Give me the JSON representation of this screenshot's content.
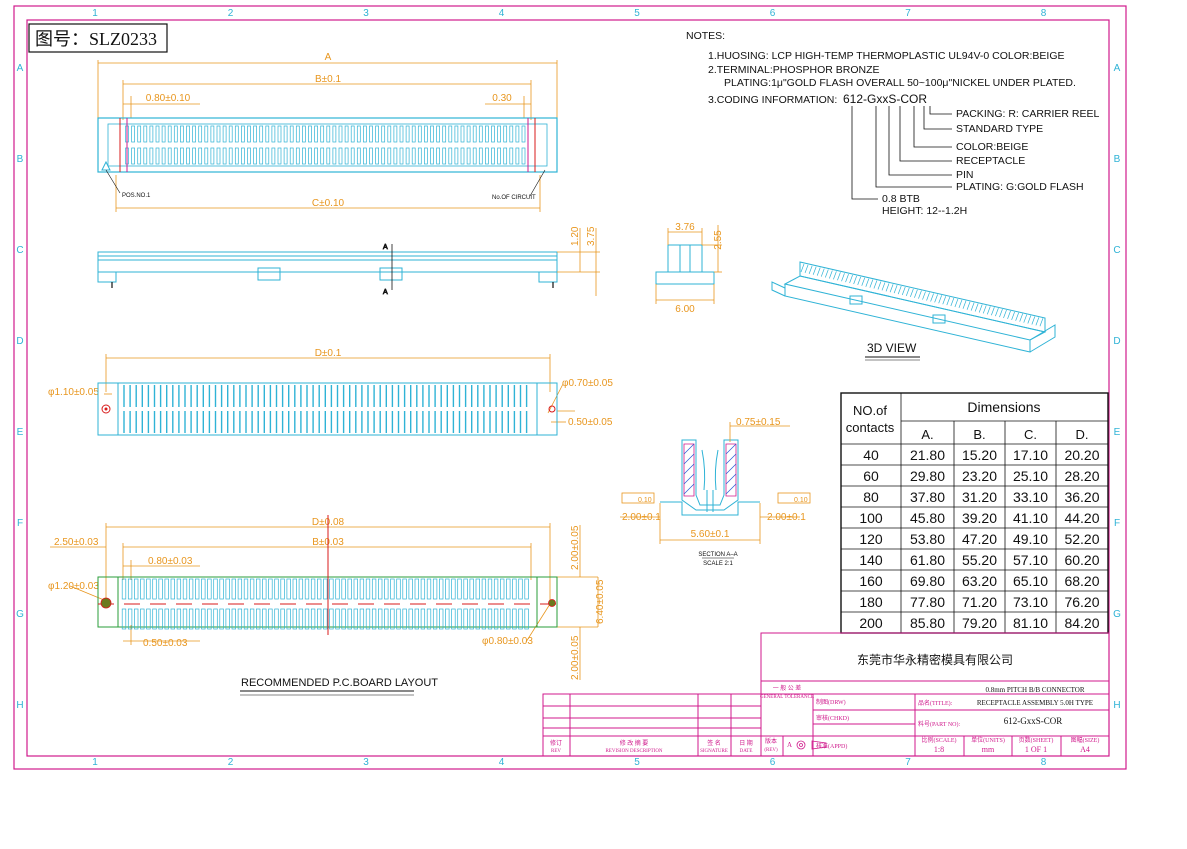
{
  "drawing_id": "图号：SLZ0233",
  "grid": {
    "cols": [
      "1",
      "2",
      "3",
      "4",
      "5",
      "6",
      "7",
      "8"
    ],
    "rows": [
      "A",
      "B",
      "C",
      "D",
      "E",
      "F",
      "G",
      "H"
    ]
  },
  "notes": {
    "heading": "NOTES:",
    "n1": "1.HUOSING: LCP HIGH-TEMP THERMOPLASTIC UL94V-0  COLOR:BEIGE",
    "n2": "2.TERMINAL:PHOSPHOR BRONZE",
    "n2b": "PLATING:1μ\"GOLD FLASH OVERALL 50~100μ\"NICKEL UNDER PLATED.",
    "n3": "3.CODING INFORMATION:",
    "code": "612-GxxS-COR",
    "code_items": [
      "PACKING: R: CARRIER REEL",
      "STANDARD TYPE",
      "COLOR:BEIGE",
      "RECEPTACLE",
      "PIN",
      "PLATING: G:GOLD FLASH",
      "0.8  BTB",
      "HEIGHT: 12--1.2H"
    ]
  },
  "top_view": {
    "dim_a": "A",
    "dim_b": "B±0.1",
    "dim_pitch": "0.80±0.10",
    "dim_030": "0.30",
    "dim_c": "C±0.10",
    "pos1": "POS.NO.1",
    "no_circuit": "No.OF CIRCUIT"
  },
  "side_view": {
    "dim_120": "1.20",
    "dim_375": "3.75",
    "section": "A"
  },
  "end_view": {
    "dim_376": "3.76",
    "dim_255": "2.55",
    "dim_600": "6.00"
  },
  "view3d": {
    "label": "3D  VIEW"
  },
  "bottom_view": {
    "dim_d": "D±0.1",
    "hole1": "φ1.10±0.05",
    "hole2": "φ0.70±0.05",
    "dim_050": "0.50±0.05"
  },
  "section": {
    "dim_075": "0.75±0.15",
    "flat_left": "0.10",
    "flat_right": "0.10",
    "dim_200_l": "2.00±0.1",
    "dim_200_r": "2.00±0.1",
    "dim_560": "5.60±0.1",
    "title": "SECTION  A–A",
    "scale": "SCALE  2:1"
  },
  "pcb": {
    "dim_d": "D±0.08",
    "dim_b": "B±0.03",
    "dim_250": "2.50±0.03",
    "dim_080": "0.80±0.03",
    "hole": "φ1.20±0.03",
    "dim_050": "0.50±0.03",
    "pad_hole": "φ0.80±0.03",
    "dim_200a": "2.00±0.05",
    "dim_640": "6.40±0.05",
    "dim_200b": "2.00±0.05",
    "label": "RECOMMENDED  P.C.BOARD  LAYOUT"
  },
  "dim_table": {
    "head_no": [
      "NO.of",
      "contacts"
    ],
    "head_dims": "Dimensions",
    "cols": [
      "A.",
      "B.",
      "C.",
      "D."
    ],
    "rows": [
      [
        "40",
        "21.80",
        "15.20",
        "17.10",
        "20.20"
      ],
      [
        "60",
        "29.80",
        "23.20",
        "25.10",
        "28.20"
      ],
      [
        "80",
        "37.80",
        "31.20",
        "33.10",
        "36.20"
      ],
      [
        "100",
        "45.80",
        "39.20",
        "41.10",
        "44.20"
      ],
      [
        "120",
        "53.80",
        "47.20",
        "49.10",
        "52.20"
      ],
      [
        "140",
        "61.80",
        "55.20",
        "57.10",
        "60.20"
      ],
      [
        "160",
        "69.80",
        "63.20",
        "65.10",
        "68.20"
      ],
      [
        "180",
        "77.80",
        "71.20",
        "73.10",
        "76.20"
      ],
      [
        "200",
        "85.80",
        "79.20",
        "81.10",
        "84.20"
      ]
    ]
  },
  "title_block": {
    "company": "东莞市华永精密模具有限公司",
    "tol_head": "一 般 公 差",
    "tol_head2": "GENERAL TOLERANCE",
    "draw_lbl": "制图(DRW)",
    "check_lbl": "审核(CHKD)",
    "appr_lbl": "核准(APPD)",
    "name_lbl": "品名(TITLE):",
    "name_1": "0.8mm PITCH B/B CONNECTOR",
    "name_2": "RECEPTACLE ASSEMBLY 5.0H TYPE",
    "pn_lbl": "料号(PART NO):",
    "pn": "612-GxxS-COR",
    "scale_lbl": "比例(SCALE)",
    "scale": "1:8",
    "unit_lbl": "单位(UNITS)",
    "unit": "mm",
    "sheet_lbl": "页数(SHEET)",
    "sheet": "1 OF 1",
    "size_lbl": "图幅(SIZE)",
    "size": "A4",
    "rev_lbl": "修订",
    "rev_sub": "REV",
    "desc_lbl": "修 改 摘 要",
    "desc_sub": "REVISION DESCRIPTION",
    "sig_lbl": "签 名",
    "sig_sub": "SIGNATURE",
    "date_lbl": "日 期",
    "date_sub": "DATE",
    "ver_lbl": "版本",
    "ver_sub": "(REV)",
    "ver": "A"
  },
  "colors": {
    "cyan": "#2fb3d6",
    "orange": "#e8961e",
    "magenta": "#d01a8c",
    "red": "#d81b1b",
    "black": "#111111"
  }
}
